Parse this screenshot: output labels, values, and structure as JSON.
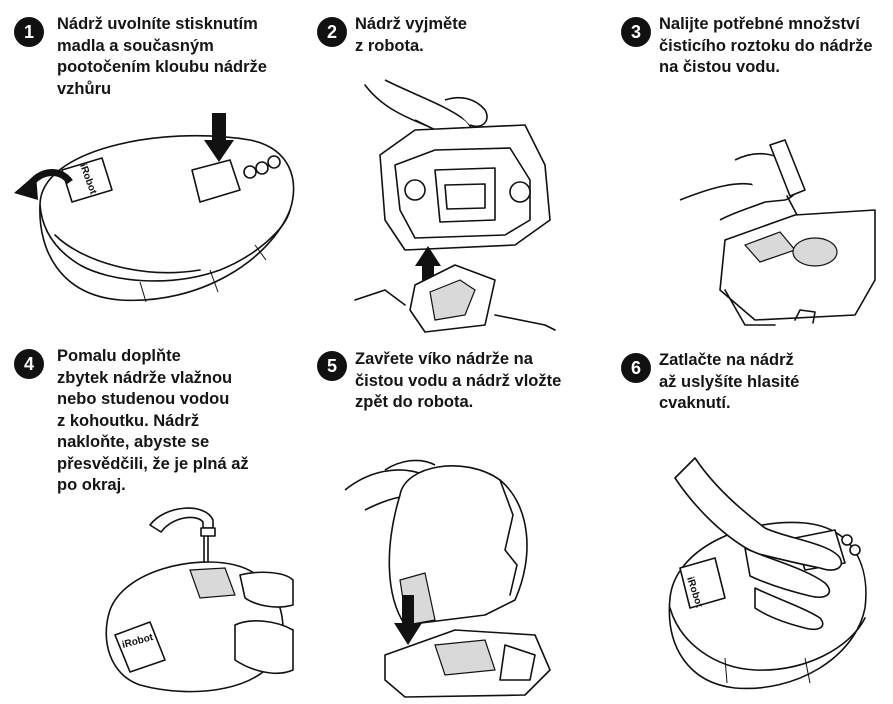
{
  "steps": [
    {
      "number": "1",
      "text": "Nádrž uvolníte stisknutím\nmadla a současným\npootočením kloubu nádrže\nvzhůru"
    },
    {
      "number": "2",
      "text": "Nádrž vyjměte\nz robota."
    },
    {
      "number": "3",
      "text": "Nalijte potřebné množství\nčisticího roztoku do nádrže\nna čistou vodu."
    },
    {
      "number": "4",
      "text": "Pomalu doplňte\nzbytek nádrže vlažnou\nnebo studenou vodou\nz kohoutku. Nádrž\nnakloňte, abyste se\npřesvědčili, že je plná až\npo okraj."
    },
    {
      "number": "5",
      "text": "Zavřete víko nádrže na\nčistou vodu a nádrž vložte\nzpět do robota."
    },
    {
      "number": "6",
      "text": "Zatlačte na nádrž\naž uslyšíte hlasité\ncvaknutí."
    }
  ],
  "logo_text": "iRobot",
  "colors": {
    "badge": "#111111",
    "line": "#111111",
    "background": "#ffffff"
  },
  "icons": [
    "arrow-down-icon",
    "curved-arrow-icon",
    "arrow-up-icon"
  ]
}
